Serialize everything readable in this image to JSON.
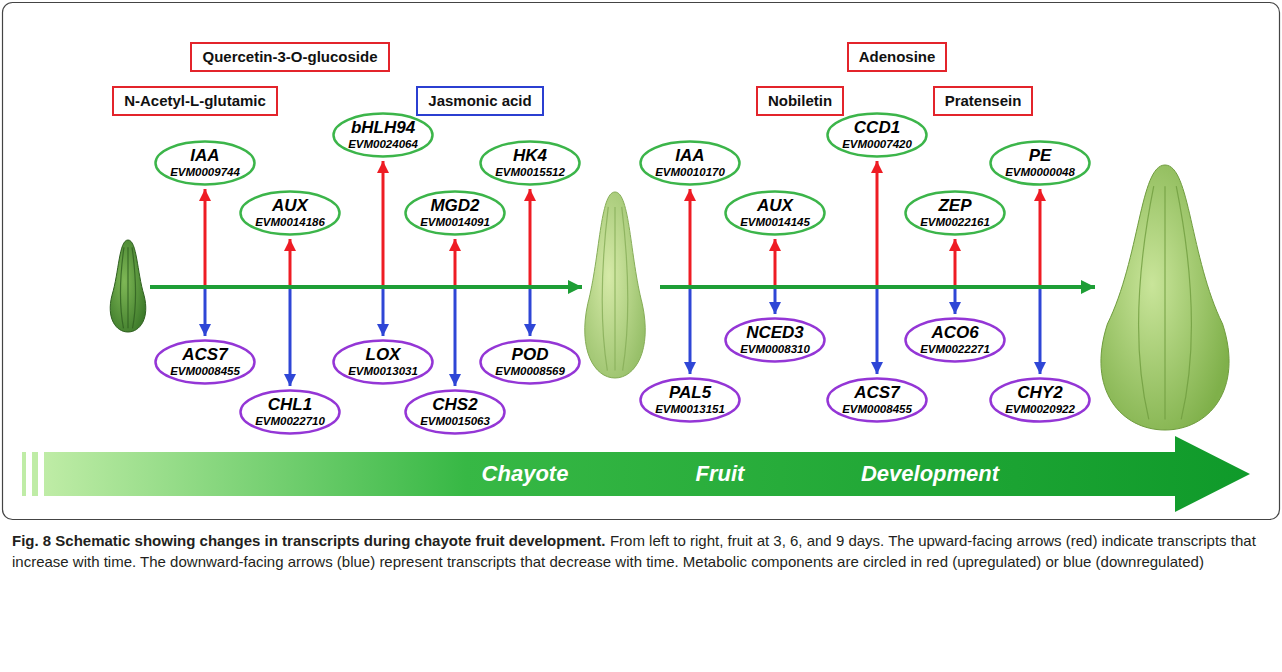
{
  "diagram": {
    "title": "Fig. 8 Schematic showing changes in transcripts during chayote fruit development.",
    "caption": "From left to right, fruit at 3, 6, and 9 days. The upward-facing arrows (red) indicate transcripts that increase with time. The downward-facing arrows (blue) represent transcripts that decrease with time. Metabolic components are circled in red (upregulated) or blue (downregulated)",
    "nodes": [
      {
        "text": [
          "Quercetin-3-O-glucoside"
        ]
      },
      {
        "text": [
          "N-Acetyl-L-glutamic"
        ]
      },
      {
        "text": [
          "Jasmonic acid"
        ]
      },
      {
        "text": [
          "Adenosine"
        ]
      },
      {
        "text": [
          "Nobiletin"
        ]
      },
      {
        "text": [
          "Pratensein"
        ]
      },
      {
        "text": [
          "IAA",
          "EVM0009744"
        ]
      },
      {
        "text": [
          "AUX",
          "EVM0014186"
        ]
      },
      {
        "text": [
          "bHLH94",
          "EVM0024064"
        ]
      },
      {
        "text": [
          "MGD2",
          "EVM0014091"
        ]
      },
      {
        "text": [
          "HK4",
          "EVM0015512"
        ]
      },
      {
        "text": [
          "ACS7",
          "EVM0008455"
        ]
      },
      {
        "text": [
          "CHL1",
          "EVM0022710"
        ]
      },
      {
        "text": [
          "LOX",
          "EVM0013031"
        ]
      },
      {
        "text": [
          "CHS2",
          "EVM0015063"
        ]
      },
      {
        "text": [
          "POD",
          "EVM0008569"
        ]
      },
      {
        "text": [
          "IAA",
          "EVM0010170"
        ]
      },
      {
        "text": [
          "AUX",
          "EVM0014145"
        ]
      },
      {
        "text": [
          "CCD1",
          "EVM0007420"
        ]
      },
      {
        "text": [
          "ZEP",
          "EVM0022161"
        ]
      },
      {
        "text": [
          "PE",
          "EVM0000048"
        ]
      },
      {
        "text": [
          "PAL5",
          "EVM0013151"
        ]
      },
      {
        "text": [
          "NCED3",
          "EVM0008310"
        ]
      },
      {
        "text": [
          "ACS7",
          "EVM0008455"
        ]
      },
      {
        "text": [
          "ACO6",
          "EVM0022271"
        ]
      },
      {
        "text": [
          "CHY2",
          "EVM0020922"
        ]
      },
      {
        "text": [
          "Chayote",
          "Fruit",
          "Development"
        ]
      }
    ]
  }
}
